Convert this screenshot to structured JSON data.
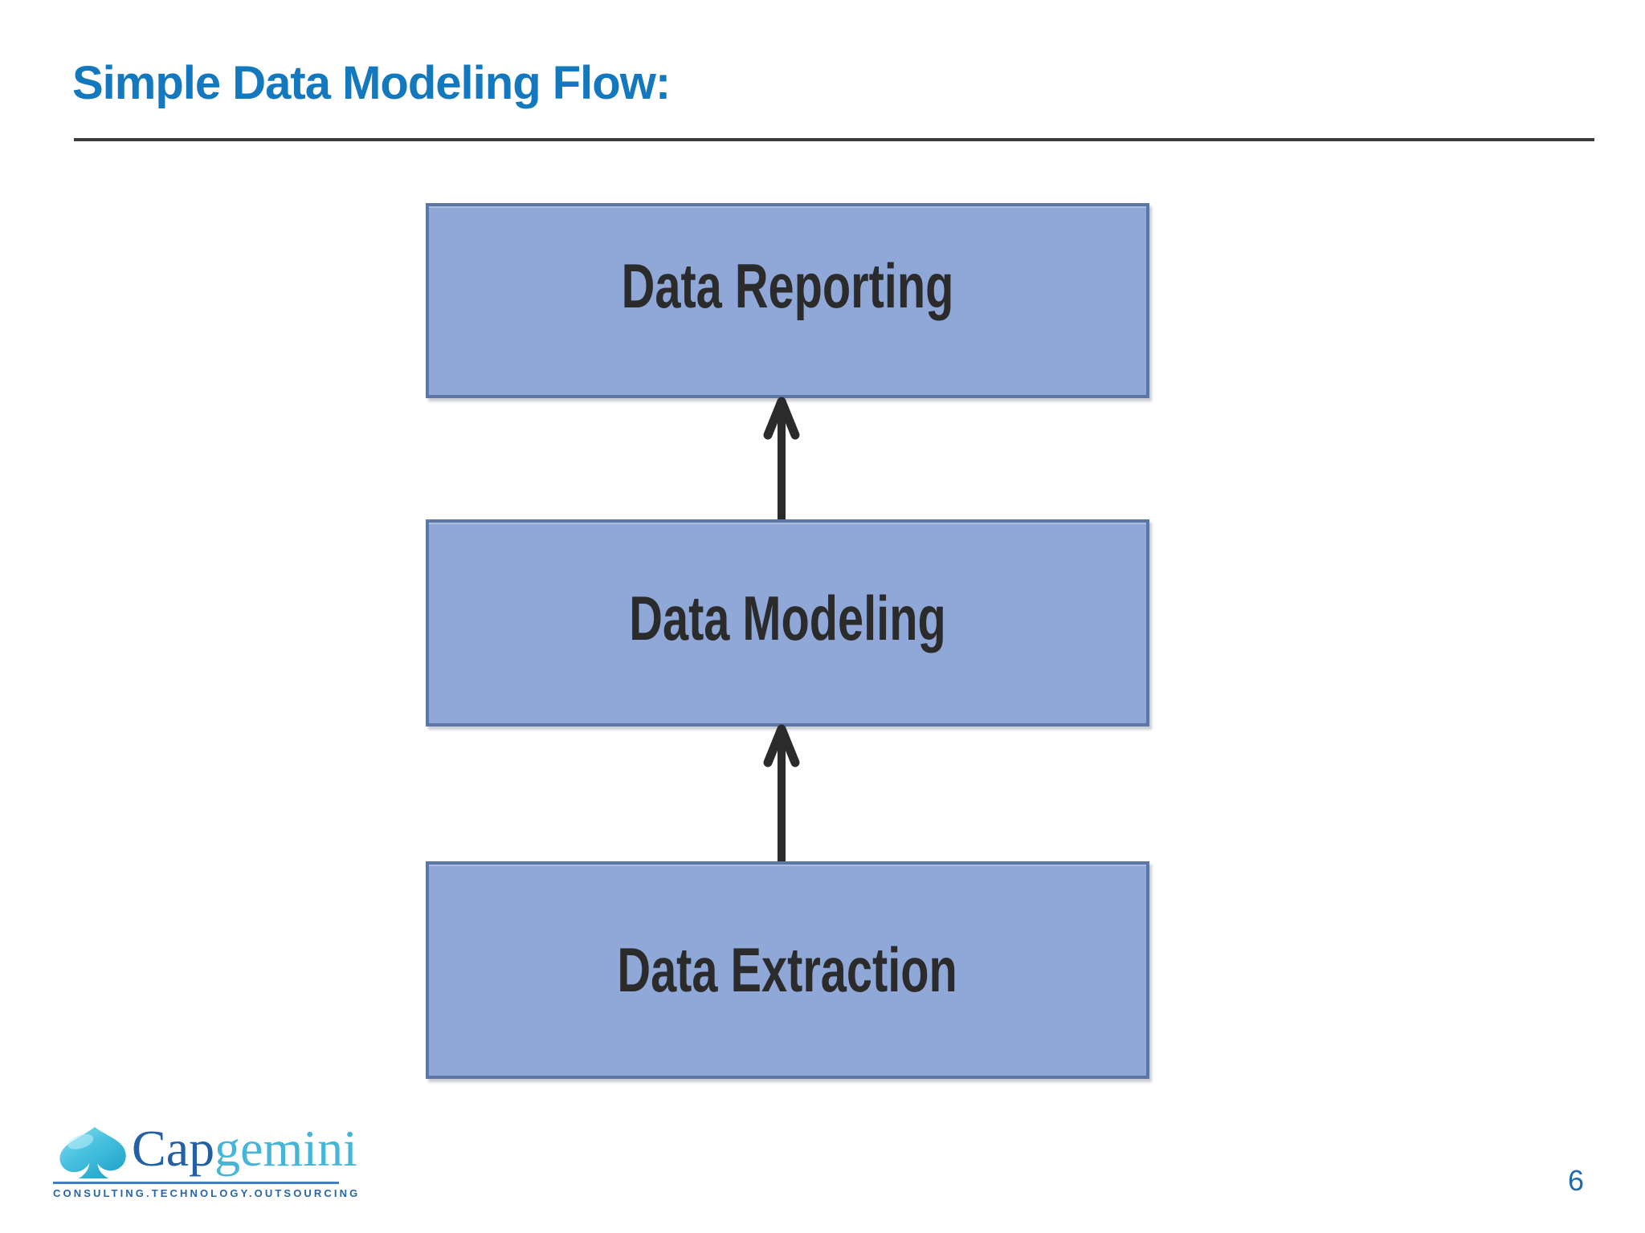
{
  "slide": {
    "title": "Simple Data Modeling Flow:",
    "page_number": "6"
  },
  "diagram": {
    "type": "flow",
    "direction": "bottom-to-top",
    "nodes": [
      {
        "id": "data-reporting",
        "label": "Data Reporting"
      },
      {
        "id": "data-modeling",
        "label": "Data Modeling"
      },
      {
        "id": "data-extraction",
        "label": "Data Extraction"
      }
    ],
    "edges": [
      {
        "from": "data-extraction",
        "to": "data-modeling",
        "style": "up-arrow"
      },
      {
        "from": "data-modeling",
        "to": "data-reporting",
        "style": "up-arrow"
      }
    ]
  },
  "branding": {
    "logo_name": "Capgemini",
    "logo_part_dark": "Cap",
    "logo_part_light": "gemini",
    "tagline": "CONSULTING.TECHNOLOGY.OUTSOURCING"
  },
  "colors": {
    "title_blue": "#1478BE",
    "box_fill": "#8FA8D8",
    "box_border": "#5C77A5",
    "label_dark": "#2B2B2B",
    "arrow": "#2B2B2B",
    "rule_dark": "#3B3B3B",
    "logo_dark_blue": "#2360A5",
    "logo_light_blue": "#45B5D8",
    "tagline_blue": "#2766A8",
    "page_number_blue": "#1F6CA8"
  }
}
